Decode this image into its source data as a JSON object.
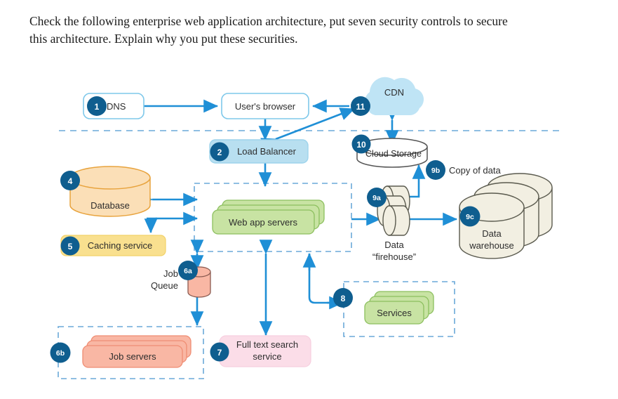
{
  "prompt": {
    "line1": "Check the following enterprise web application architecture, put seven security controls to secure",
    "line2": "this architecture. Explain why you put these securities."
  },
  "colors": {
    "arrow_blue": "#1f8fd6",
    "badge_blue": "#0f5e8f",
    "dashed_blue": "#6aa9d8",
    "node_white_border": "#7ec8ea",
    "load_balancer_fill": "#b8dff0",
    "cdn_fill": "#bfe4f5",
    "database_fill": "#fbdfb7",
    "database_stroke": "#e8a33d",
    "cache_fill": "#f9e08f",
    "webapp_fill": "#c8e3a3",
    "webapp_stroke": "#8cbf5e",
    "job_fill": "#f9b7a4",
    "job_stroke": "#ef8d73",
    "search_fill": "#fbdde8",
    "storage_fill": "#ffffff",
    "storage_stroke": "#555555",
    "warehouse_fill": "#f2efe2",
    "warehouse_stroke": "#5a5a4e",
    "text": "#2d2d2d"
  },
  "nodes": {
    "dns": {
      "label": "DNS",
      "badge": "1"
    },
    "browser": {
      "label": "User's browser"
    },
    "cdn": {
      "label": "CDN",
      "badge": "11"
    },
    "load_balancer": {
      "label": "Load Balancer",
      "badge": "2"
    },
    "cloud_storage": {
      "label": "Cloud Storage",
      "badge": "10"
    },
    "database": {
      "label": "Database",
      "badge": "4"
    },
    "caching": {
      "label": "Caching service",
      "badge": "5"
    },
    "web_app_servers": {
      "label": "Web app servers"
    },
    "data_firehouse": {
      "label_line1": "Data",
      "label_line2": "“firehouse”",
      "badge": "9a"
    },
    "copy_of_data": {
      "label": "Copy of data",
      "badge": "9b"
    },
    "data_warehouse": {
      "label_line1": "Data",
      "label_line2": "warehouse",
      "badge": "9c"
    },
    "job_queue": {
      "label_line1": "Job",
      "label_line2": "Queue",
      "badge": "6a"
    },
    "job_servers": {
      "label": "Job servers",
      "badge": "6b"
    },
    "full_text_search": {
      "label_line1": "Full text search",
      "label_line2": "service",
      "badge": "7"
    },
    "services": {
      "label": "Services",
      "badge": "8"
    }
  }
}
